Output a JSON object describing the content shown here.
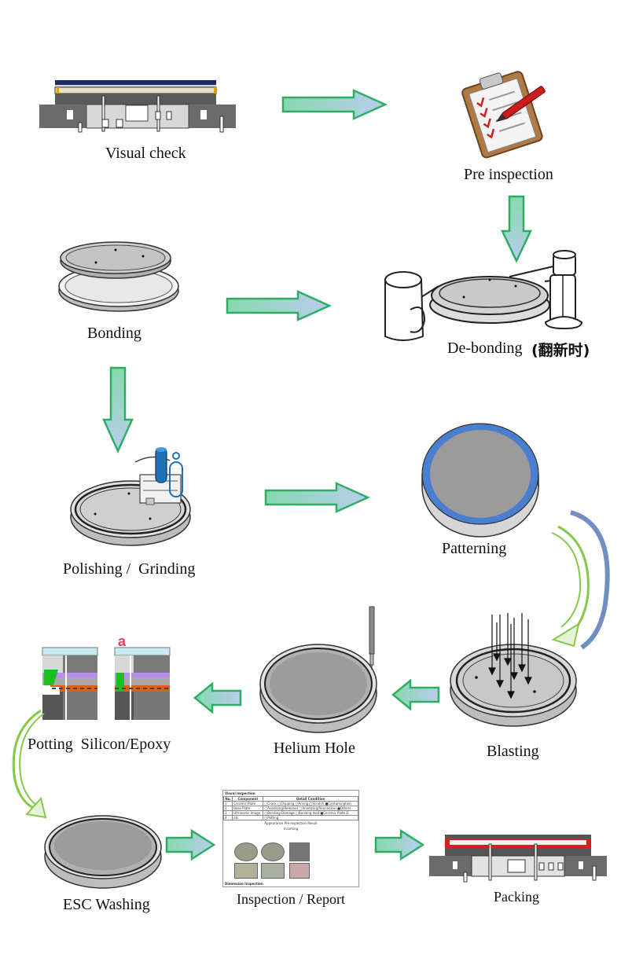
{
  "steps": {
    "visual_check": "Visual check",
    "pre_inspection": "Pre inspection",
    "bonding": "Bonding",
    "de_bonding": "De-bonding",
    "de_bonding_note": "(翻新时)",
    "polishing_grinding": "Polishing /  Grinding",
    "patterning": "Patterning",
    "blasting": "Blasting",
    "helium_hole": "Helium Hole",
    "potting": "Potting  Silicon/Epoxy",
    "esc_washing": "ESC Washing",
    "inspection_report": "Inspection / Report",
    "packing": "Packing"
  },
  "potting_marker": "a",
  "report": {
    "title": "Visual Inspection",
    "col_no": "No.",
    "col_component": "Component",
    "col_detail": "Detail Condition",
    "rows": [
      {
        "no": "1",
        "component": "Ceramic Plate",
        "detail": "□Crack □Chipping □Arcing □Scratch ■Contamination"
      },
      {
        "no": "2",
        "component": "Base Plate",
        "detail": "□Anodizing(Remove) □Anodizing(Reanodize) ■Others"
      },
      {
        "no": "3",
        "component": "Ultrasonic Image",
        "detail": "□Bonding Damage □Bonding Void ■Ceramic Plate D"
      },
      {
        "no": "4",
        "component": "etc",
        "detail": "□Potting"
      }
    ],
    "appearance_title": "Appearance Pre-Inspection Result",
    "incoming": "Incoming",
    "dimension_title": "Dimension Inspection"
  },
  "colors": {
    "arrow_fill_start": "#7fd3a8",
    "arrow_fill_end": "#b8cdee",
    "arrow_stroke": "#2fae63",
    "plate_gray": "#9b9b9b",
    "plate_base": "#e3e3e3",
    "pattern_ring": "#4a7fd0",
    "potting_orange": "#e0601a",
    "potting_green": "#1cc01c",
    "potting_purple": "#b98cf0"
  },
  "icons": [
    "clipboard-pen-icon"
  ]
}
